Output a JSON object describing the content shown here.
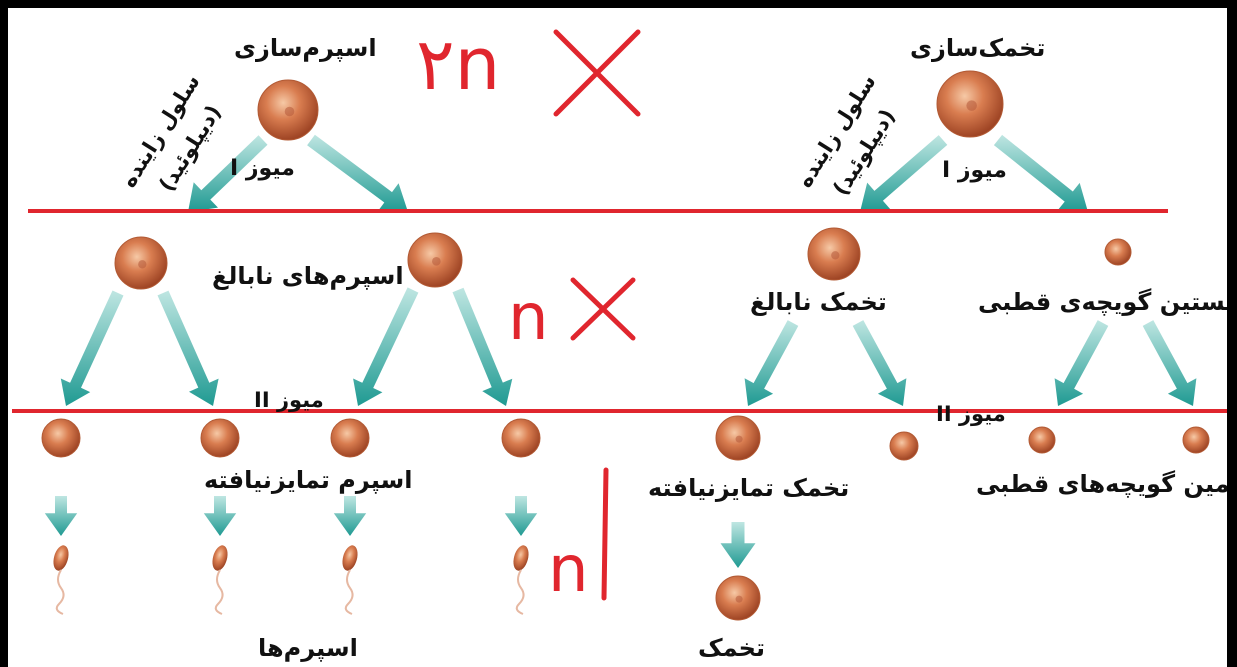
{
  "colors": {
    "cell_main": "#c8643c",
    "cell_light": "#f0b48c",
    "arrow": "#2aa39c",
    "annotation": "#e0262e",
    "frame": "#000000",
    "text": "#111111"
  },
  "spermatogenesis": {
    "title": "اسپرم‌سازی",
    "germ_cell_label": "سلول زاینده",
    "diploid_label": "(دیپلوئید)",
    "meiosis1_label": "میوز",
    "meiosis1_numeral": "I",
    "secondary_label": "اسپرم‌های نابالغ",
    "meiosis2_label": "میوز",
    "meiosis2_numeral": "II",
    "spermatid_label": "اسپرم تمایزنیافته",
    "final_label": "اسپرم‌ها"
  },
  "oogenesis": {
    "title": "تخمک‌سازی",
    "germ_cell_label": "سلول زاینده",
    "diploid_label": "(دیپلوئید)",
    "meiosis1_label": "میوز",
    "meiosis1_numeral": "I",
    "secondary_label": "تخمک نابالغ",
    "first_polar_label": "نخستین گویچه‌ی قطبی",
    "meiosis2_label": "میوز",
    "meiosis2_numeral": "II",
    "ootid_label": "تخمک تمایزنیافته",
    "second_polar_label": "دومین گویچه‌های قطبی",
    "final_label": "تخمک"
  },
  "annotations": {
    "ploidy_2n": "۲n",
    "ploidy_n_middle": "n",
    "ploidy_n_bottom": "n",
    "cross_mark": "✕",
    "bar_mark": "|"
  }
}
